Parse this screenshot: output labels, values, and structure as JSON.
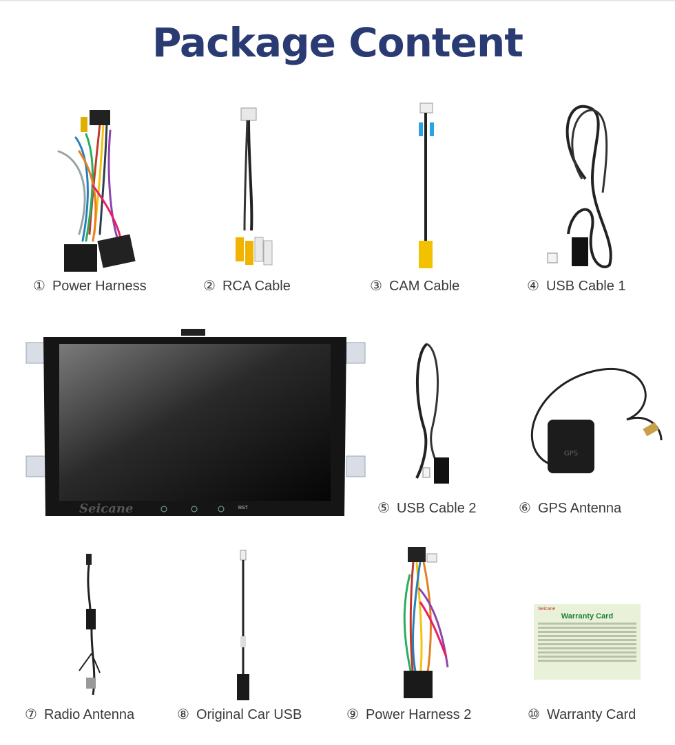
{
  "page": {
    "title": "Package Content"
  },
  "items": [
    {
      "num": "①",
      "label": "Power Harness"
    },
    {
      "num": "②",
      "label": "RCA Cable"
    },
    {
      "num": "③",
      "label": "CAM Cable"
    },
    {
      "num": "④",
      "label": "USB Cable 1"
    },
    {
      "num": "⑤",
      "label": "USB Cable 2"
    },
    {
      "num": "⑥",
      "label": "GPS Antenna"
    },
    {
      "num": "⑦",
      "label": "Radio Antenna"
    },
    {
      "num": "⑧",
      "label": "Original Car USB"
    },
    {
      "num": "⑨",
      "label": "Power Harness 2"
    },
    {
      "num": "⑩",
      "label": "Warranty Card"
    }
  ],
  "head_unit": {
    "brand": "Seicane",
    "button_label": "RST"
  },
  "warranty_card": {
    "brand": "Seicane",
    "title": "Warranty Card"
  },
  "colors": {
    "title": "#2a3a73",
    "caption": "#3a3a3a"
  }
}
